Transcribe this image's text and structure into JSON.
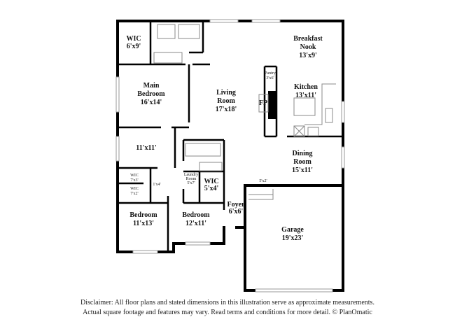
{
  "rooms": {
    "wic_main": {
      "name": "WIC",
      "size": "6'x9'"
    },
    "breakfast_nook": {
      "name1": "Breakfast",
      "name2": "Nook",
      "size": "13'x9'"
    },
    "main_bedroom": {
      "name1": "Main",
      "name2": "Bedroom",
      "size": "16'x14'"
    },
    "living_room": {
      "name1": "Living",
      "name2": "Room",
      "size": "17'x18'"
    },
    "pantry": {
      "name": "Pantry",
      "size": "3'x6'"
    },
    "fireplace": {
      "name": "FP"
    },
    "kitchen": {
      "name": "Kitchen",
      "size": "13'x11'"
    },
    "bedroom_mid": {
      "size": "11'x11'"
    },
    "dining_room": {
      "name1": "Dining",
      "name2": "Room",
      "size": "15'x11'"
    },
    "laundry": {
      "name1": "Laundry",
      "name2": "Room",
      "size": "5'x7'"
    },
    "wic_small": {
      "name": "WIC",
      "size": "5'x4'"
    },
    "wic_a": {
      "name": "WIC",
      "size": "7'x3'"
    },
    "wic_b": {
      "name": "WIC",
      "size": "7'x2'"
    },
    "closet": {
      "size": "1'x4'"
    },
    "closet_foyer": {
      "size": "5'x2'"
    },
    "foyer": {
      "name": "Foyer",
      "size": "6'x6'"
    },
    "bedroom_left": {
      "name": "Bedroom",
      "size": "11'x13'"
    },
    "bedroom_right": {
      "name": "Bedroom",
      "size": "12'x11'"
    },
    "garage": {
      "name": "Garage",
      "size": "19'x23'"
    }
  },
  "disclaimer": {
    "line1": "Disclaimer: All floor plans and stated dimensions in this illustration serve as approximate measurements.",
    "line2": "Actual square footage and features may vary. Read terms and conditions for more detail. © PlanOmatic"
  }
}
